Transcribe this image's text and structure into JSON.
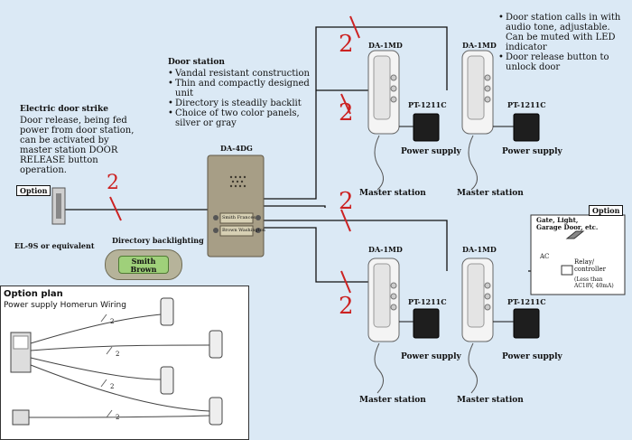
{
  "notes": {
    "door_station_title": "Door station",
    "door_station_bullets": [
      "Vandal resistant construction",
      "Thin and compactly designed unit",
      "Directory is steadily backlit",
      "Choice of two color panels, silver or gray"
    ],
    "master_bullets": [
      "Door station calls in with audio tone, adjustable. Can be muted with LED indicator",
      "Door release button to unlock door"
    ],
    "strike_title": "Electric door strike",
    "strike_text": "Door release, being fed power from door station, can be activated by master station DOOR RELEASE button operation."
  },
  "labels": {
    "option": "Option",
    "door_station_model": "DA-4DG",
    "strike_model": "EL-9S or equivalent",
    "directory_backlighting": "Directory backlighting",
    "master_model": "DA-1MD",
    "power_model": "PT-1211C",
    "power_supply": "Power supply",
    "master_station": "Master station",
    "wire_count": "2",
    "gate_text": "Gate, Light, Garage Door, etc.",
    "ac": "AC",
    "relay_controller": "Relay/ controller",
    "relay_spec": "(Less than AC18V, 40mA)"
  },
  "nameplate": [
    "Smith",
    "Brown"
  ],
  "door_plate": [
    "Smith Frances",
    "Brown Washington"
  ],
  "option_plan": {
    "title": "Option plan",
    "subtitle": "Power supply Homerun Wiring",
    "wire_count": "2"
  },
  "colors": {
    "background": "#dbe9f5",
    "wire_mark": "#cc2222",
    "door_panel": "#a79e86",
    "nameplate_glow": "#9fd07a"
  }
}
